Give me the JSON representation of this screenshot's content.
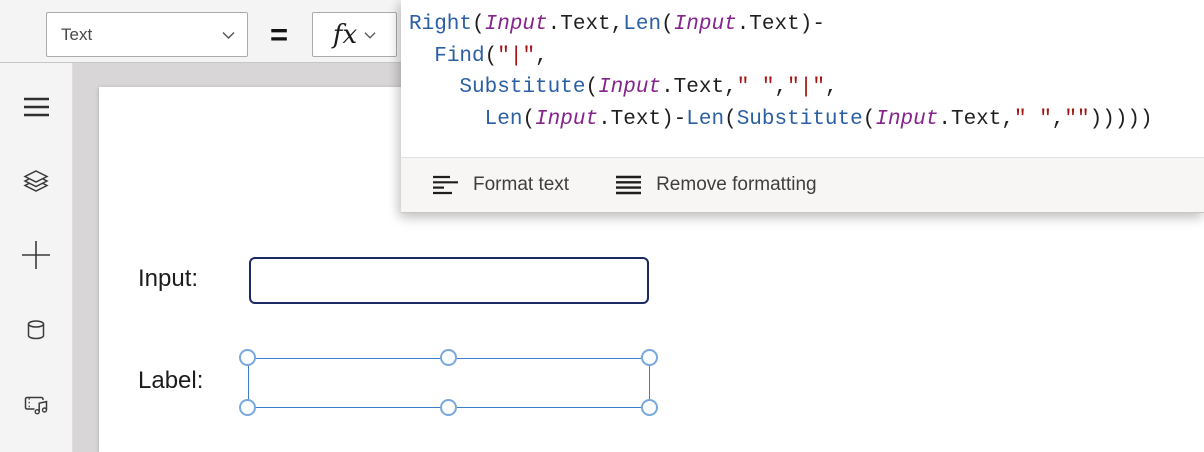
{
  "formula_bar": {
    "property": "Text",
    "equals": "=",
    "fx": "fx",
    "code": [
      [
        {
          "t": "Right",
          "c": "fn"
        },
        {
          "t": "(",
          "c": "pl"
        },
        {
          "t": "Input",
          "c": "ctl"
        },
        {
          "t": ".Text,",
          "c": "pl"
        },
        {
          "t": "Len",
          "c": "fn"
        },
        {
          "t": "(",
          "c": "pl"
        },
        {
          "t": "Input",
          "c": "ctl"
        },
        {
          "t": ".Text)-",
          "c": "pl"
        }
      ],
      [
        {
          "t": "  ",
          "c": "pl"
        },
        {
          "t": "Find",
          "c": "fn"
        },
        {
          "t": "(",
          "c": "pl"
        },
        {
          "t": "\"|\"",
          "c": "str"
        },
        {
          "t": ",",
          "c": "pl"
        }
      ],
      [
        {
          "t": "    ",
          "c": "pl"
        },
        {
          "t": "Substitute",
          "c": "fn"
        },
        {
          "t": "(",
          "c": "pl"
        },
        {
          "t": "Input",
          "c": "ctl"
        },
        {
          "t": ".Text,",
          "c": "pl"
        },
        {
          "t": "\" \"",
          "c": "str"
        },
        {
          "t": ",",
          "c": "pl"
        },
        {
          "t": "\"|\"",
          "c": "str"
        },
        {
          "t": ",",
          "c": "pl"
        }
      ],
      [
        {
          "t": "      ",
          "c": "pl"
        },
        {
          "t": "Len",
          "c": "fn"
        },
        {
          "t": "(",
          "c": "pl"
        },
        {
          "t": "Input",
          "c": "ctl"
        },
        {
          "t": ".Text)-",
          "c": "pl"
        },
        {
          "t": "Len",
          "c": "fn"
        },
        {
          "t": "(",
          "c": "pl"
        },
        {
          "t": "Substitute",
          "c": "fn"
        },
        {
          "t": "(",
          "c": "pl"
        },
        {
          "t": "Input",
          "c": "ctl"
        },
        {
          "t": ".Text,",
          "c": "pl"
        },
        {
          "t": "\" \"",
          "c": "str"
        },
        {
          "t": ",",
          "c": "pl"
        },
        {
          "t": "\"\"",
          "c": "str"
        },
        {
          "t": ")))))",
          "c": "pl"
        }
      ]
    ],
    "actions": [
      {
        "label": "Format text",
        "icon": "format-text-icon"
      },
      {
        "label": "Remove formatting",
        "icon": "remove-formatting-icon"
      }
    ]
  },
  "left_rail": {
    "items": [
      {
        "icon": "hamburger-icon"
      },
      {
        "icon": "layers-icon"
      },
      {
        "icon": "plus-icon"
      },
      {
        "icon": "database-icon"
      },
      {
        "icon": "media-icon"
      }
    ]
  },
  "canvas": {
    "input_label": "Input:",
    "label_label": "Label:"
  },
  "colors": {
    "function": "#2b5fa3",
    "control": "#84248c",
    "string": "#a31515",
    "plain": "#201f1e",
    "input_border": "#1b2a63",
    "selection_stroke": "#3a7cc9",
    "handle_stroke": "#79a9dc"
  }
}
